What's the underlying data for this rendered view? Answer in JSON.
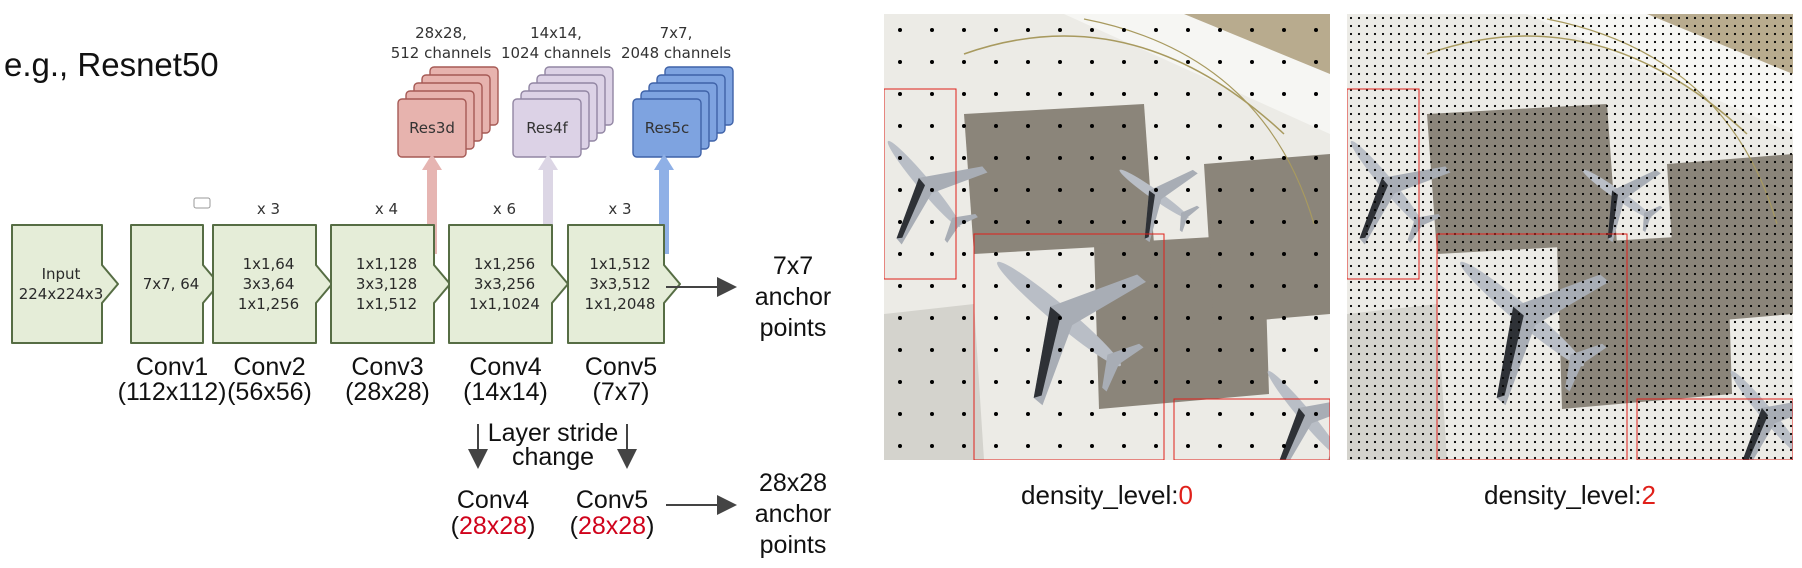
{
  "title": "e.g., Resnet50",
  "feature_maps": [
    {
      "name": "Res3d",
      "size": "28x28,",
      "channels": "512 channels",
      "color": "#e7b3ae",
      "edge": "#a65a55",
      "arrow": "#e6b5b2"
    },
    {
      "name": "Res4f",
      "size": "14x14,",
      "channels": "1024 channels",
      "color": "#dcd2e6",
      "edge": "#9286a3",
      "arrow": "#dcd6e5"
    },
    {
      "name": "Res5c",
      "size": "7x7,",
      "channels": "2048 channels",
      "color": "#7ea3e0",
      "edge": "#3f62a8",
      "arrow": "#8fb0e6"
    }
  ],
  "stages": [
    {
      "lines": [
        "Input",
        "224x224x3"
      ],
      "repeat": "",
      "name": "",
      "size": ""
    },
    {
      "lines": [
        "7x7, 64"
      ],
      "repeat": "",
      "name": "Conv1",
      "size": "(112x112)"
    },
    {
      "lines": [
        "1x1,64",
        "3x3,64",
        "1x1,256"
      ],
      "repeat": "x 3",
      "name": "Conv2",
      "size": "(56x56)"
    },
    {
      "lines": [
        "1x1,128",
        "3x3,128",
        "1x1,512"
      ],
      "repeat": "x 4",
      "name": "Conv3",
      "size": "(28x28)"
    },
    {
      "lines": [
        "1x1,256",
        "3x3,256",
        "1x1,1024"
      ],
      "repeat": "x 6",
      "name": "Conv4",
      "size": "(14x14)"
    },
    {
      "lines": [
        "1x1,512",
        "3x3,512",
        "1x1,2048"
      ],
      "repeat": "x 3",
      "name": "Conv5",
      "size": "(7x7)"
    }
  ],
  "output_top": [
    "7x7",
    "anchor",
    "points"
  ],
  "stride_label": [
    "Layer stride",
    "change"
  ],
  "stride_convs": [
    {
      "name": "Conv4",
      "size": "28x28"
    },
    {
      "name": "Conv5",
      "size": "28x28"
    }
  ],
  "output_bottom": [
    "28x28",
    "anchor",
    "points"
  ],
  "panels": [
    {
      "caption_prefix": "density_level:",
      "level": "0"
    },
    {
      "caption_prefix": "density_level:",
      "level": "2"
    }
  ],
  "colors": {
    "block_fill": "#e5edd8",
    "block_stroke": "#566d44",
    "muted_text": "#8c8c8c",
    "highlight_red": "#d0021b",
    "arrow": "#444444"
  }
}
